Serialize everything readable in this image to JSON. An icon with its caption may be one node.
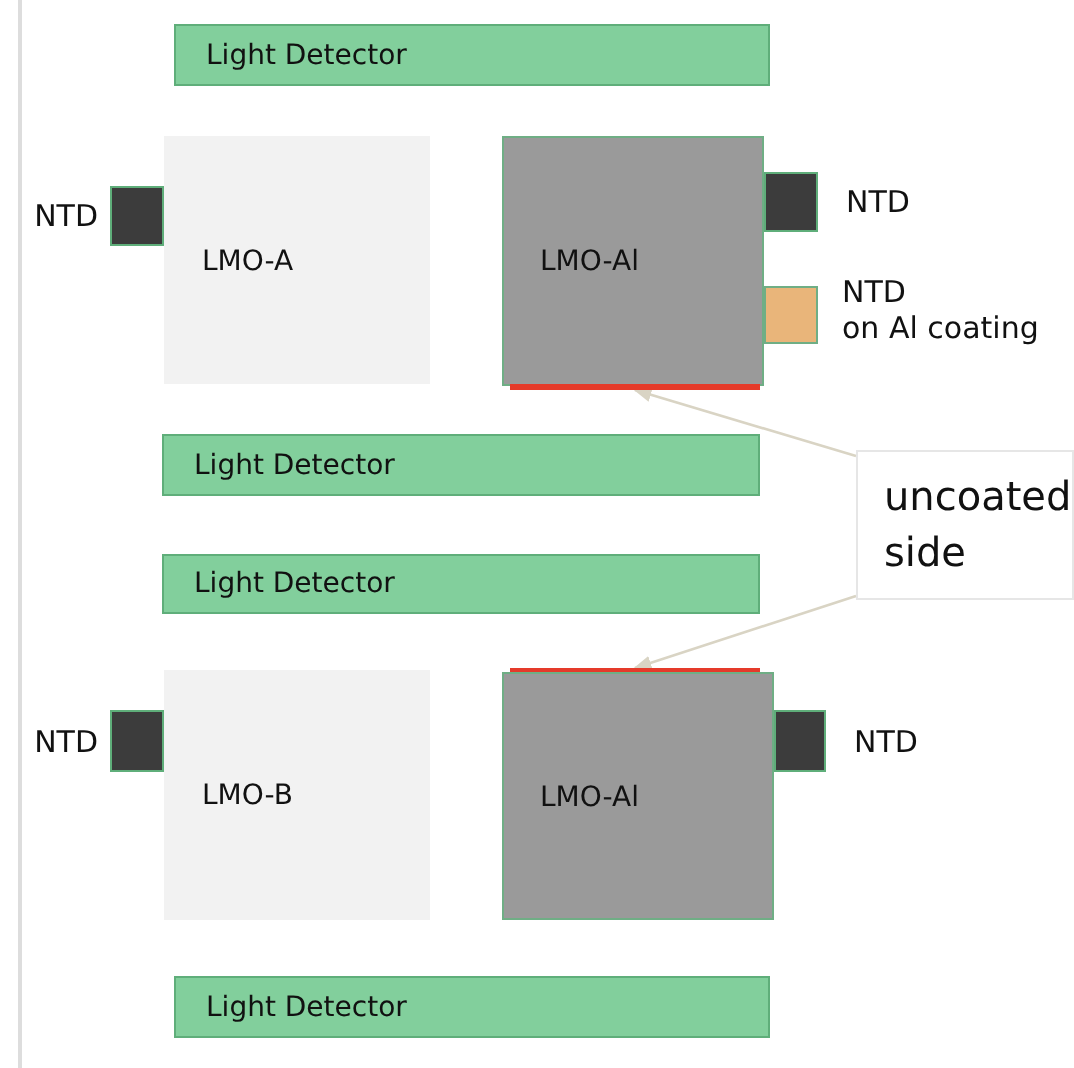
{
  "diagram": {
    "nodes": [
      {
        "text": [
          "Light Detector"
        ]
      },
      {
        "text": [],
        "shape": "box",
        "beside": [
          "NTD"
        ]
      },
      {
        "text": [
          "LMO-A"
        ]
      },
      {
        "text": [
          "LMO-Al"
        ]
      },
      {
        "text": [],
        "shape": "box",
        "beside": [
          "NTD"
        ]
      },
      {
        "text": [],
        "shape": "box",
        "beside": [
          "NTD on Al coating"
        ]
      },
      {
        "text": [],
        "shape": "bar"
      },
      {
        "text": [
          "Light Detector"
        ]
      },
      {
        "text": [
          "uncoated side"
        ]
      },
      {
        "text": [
          "Light Detector"
        ]
      },
      {
        "text": [],
        "shape": "bar"
      },
      {
        "text": [],
        "shape": "box",
        "beside": [
          "NTD"
        ]
      },
      {
        "text": [
          "LMO-B"
        ]
      },
      {
        "text": [
          "LMO-Al"
        ]
      },
      {
        "text": [],
        "shape": "box",
        "beside": [
          "NTD"
        ]
      },
      {
        "text": [
          "Light Detector"
        ]
      }
    ],
    "edges": [
      {
        "from": 8,
        "to": 6,
        "arrow": "to"
      },
      {
        "from": 8,
        "to": 10,
        "arrow": "to"
      }
    ]
  }
}
